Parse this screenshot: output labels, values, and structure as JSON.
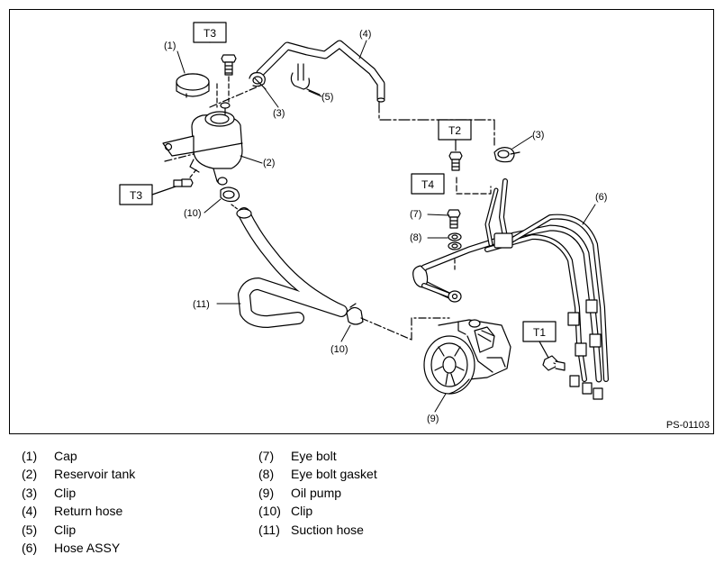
{
  "figure_code": "PS-01103",
  "callouts": {
    "c1": "(1)",
    "c2": "(2)",
    "c3a": "(3)",
    "c3b": "(3)",
    "c4": "(4)",
    "c5": "(5)",
    "c6": "(6)",
    "c7": "(7)",
    "c8": "(8)",
    "c9": "(9)",
    "c10a": "(10)",
    "c10b": "(10)",
    "c11": "(11)"
  },
  "torque_tags": {
    "t3a": "T3",
    "t3b": "T3",
    "t2": "T2",
    "t4": "T4",
    "t1": "T1"
  },
  "legend": [
    {
      "num": "(1)",
      "name": "Cap"
    },
    {
      "num": "(2)",
      "name": "Reservoir tank"
    },
    {
      "num": "(3)",
      "name": "Clip"
    },
    {
      "num": "(4)",
      "name": "Return hose"
    },
    {
      "num": "(5)",
      "name": "Clip"
    },
    {
      "num": "(6)",
      "name": "Hose ASSY"
    },
    {
      "num": "(7)",
      "name": "Eye bolt"
    },
    {
      "num": "(8)",
      "name": "Eye bolt gasket"
    },
    {
      "num": "(9)",
      "name": "Oil pump"
    },
    {
      "num": "(10)",
      "name": "Clip"
    },
    {
      "num": "(11)",
      "name": "Suction hose"
    }
  ]
}
